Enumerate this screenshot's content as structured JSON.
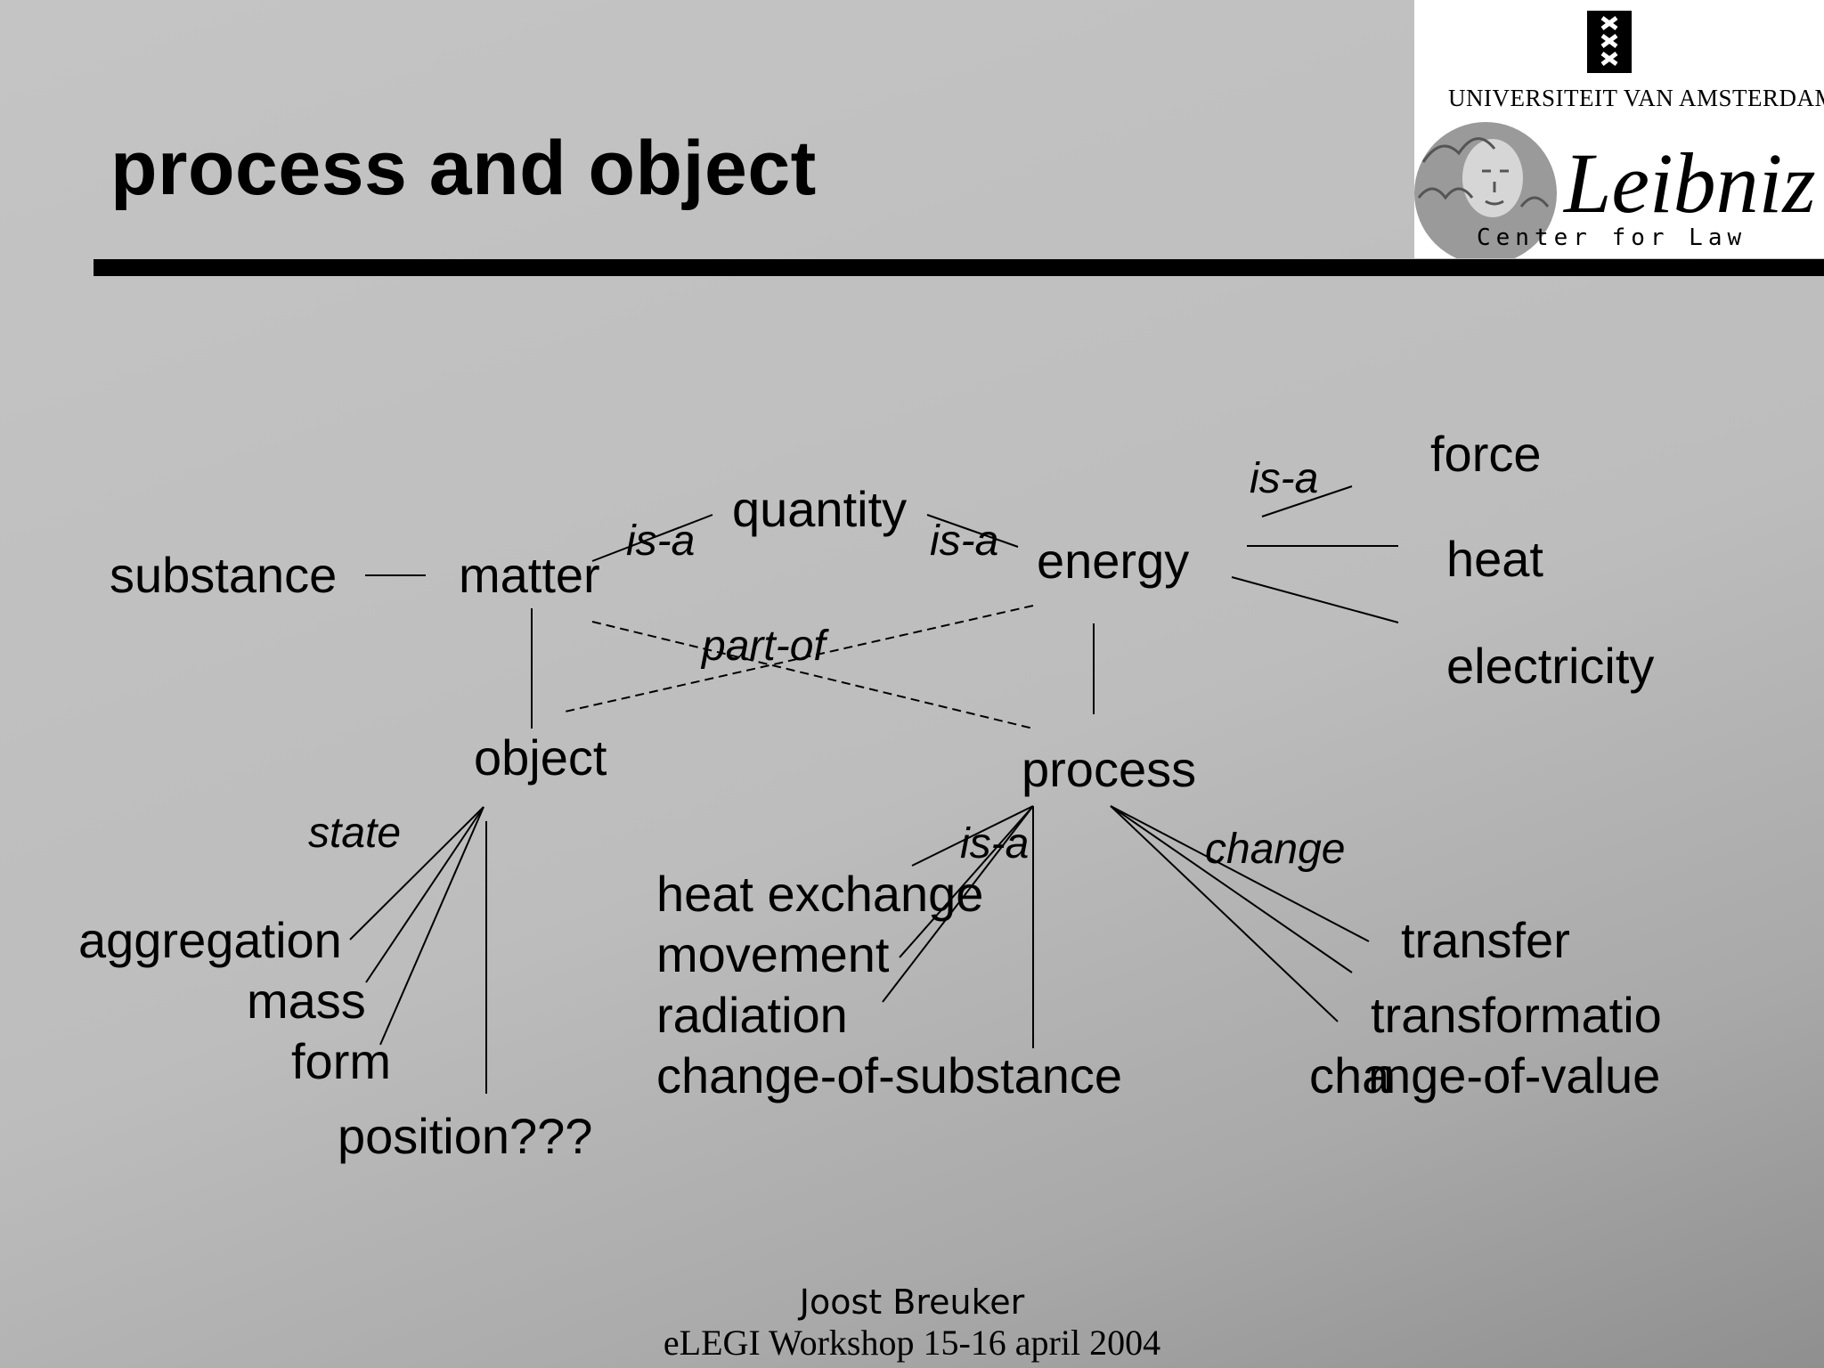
{
  "slide": {
    "title": "process and object",
    "logo": {
      "university": "UNIVERSITEIT VAN AMSTERDAM",
      "signature": "Leibniz",
      "center": "Center for Law"
    },
    "footer": {
      "author": "Joost Breuker",
      "event": "eLEGI Workshop 15-16 april 2004"
    }
  },
  "diagram": {
    "nodes": {
      "substance": "substance",
      "matter": "matter",
      "quantity": "quantity",
      "energy": "energy",
      "force": "force",
      "heat": "heat",
      "electricity": "electricity",
      "object": "object",
      "process": "process",
      "aggregation": "aggregation",
      "mass": "mass",
      "form": "form",
      "position": "position???",
      "heat_exchange": "heat exchange",
      "movement": "movement",
      "radiation": "radiation",
      "change_of_substance": "change-of-substance",
      "transfer": "transfer",
      "transformation": "transformatio",
      "transformation_wrap": "n",
      "change_of_value_a": "cha",
      "change_of_value_b": "nge-of-value"
    },
    "relations": {
      "isa_matter": "is-a",
      "isa_energy": "is-a",
      "isa_force": "is-a",
      "part_of": "part-of",
      "state": "state",
      "isa_process": "is-a",
      "change": "change"
    }
  }
}
